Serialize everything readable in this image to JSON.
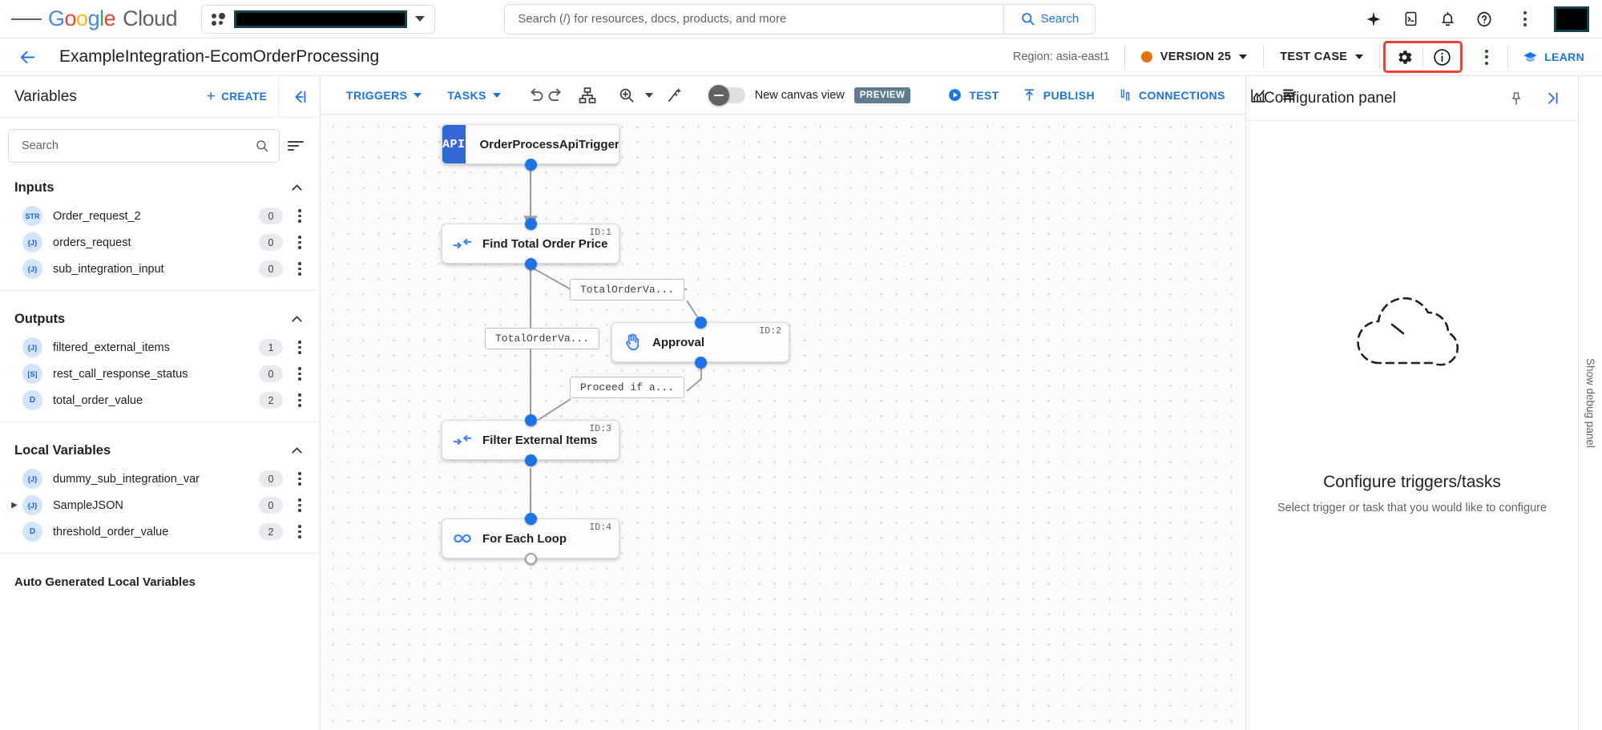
{
  "topbar": {
    "menu_icon": "hamburger-menu-icon",
    "logo": {
      "google": "Google",
      "cloud": "Cloud"
    },
    "project_selector": {
      "icon": "project-dots-icon",
      "value": "",
      "redacted": true
    },
    "search": {
      "placeholder": "Search (/) for resources, docs, products, and more",
      "value": "",
      "button_label": "Search",
      "icon": "search-icon"
    },
    "actions": [
      {
        "name": "gemini-sparkle-icon",
        "label": ""
      },
      {
        "name": "cloud-shell-icon",
        "label": ""
      },
      {
        "name": "notifications-bell-icon",
        "label": ""
      },
      {
        "name": "help-icon",
        "label": ""
      },
      {
        "name": "more-options-icon",
        "label": ""
      }
    ],
    "avatar": {
      "name": "avatar",
      "redacted": true
    }
  },
  "subbar": {
    "back_label": "back-arrow-icon",
    "title": "ExampleIntegration-EcomOrderProcessing",
    "region": "Region: asia-east1",
    "version": {
      "label": "VERSION 25",
      "dot_color": "#E8710A"
    },
    "test_case": "TEST CASE",
    "settings_icon": "gear-icon",
    "info_icon": "info-icon",
    "more_icon": "more-vert-icon",
    "learn": "LEARN",
    "highlight_color": "#ea4335"
  },
  "canvas_toolbar": {
    "triggers": "TRIGGERS",
    "tasks": "TASKS",
    "undo_icon": "undo-icon",
    "redo_icon": "redo-icon",
    "layout_icon": "auto-layout-icon",
    "zoom_icon": "zoom-in-icon",
    "magic_icon": "magic-wand-icon",
    "toggle": {
      "label": "New canvas view",
      "badge": "PREVIEW",
      "state": "off"
    },
    "test": "TEST",
    "publish": "PUBLISH",
    "connections": "CONNECTIONS",
    "analytics_icon": "analytics-chart-icon",
    "logs_icon": "logs-list-icon"
  },
  "sidebar": {
    "title": "Variables",
    "create_label": "CREATE",
    "collapse_icon": "collapse-panel-icon",
    "search": {
      "placeholder": "Search",
      "value": "",
      "icon": "search-icon"
    },
    "sort_icon": "sort-filter-icon",
    "groups": [
      {
        "title": "Inputs",
        "expanded": true,
        "items": [
          {
            "type": "STR",
            "name": "Order_request_2",
            "count": "0",
            "expandable": false
          },
          {
            "type": "{J}",
            "name": "orders_request",
            "count": "0",
            "expandable": false
          },
          {
            "type": "{J}",
            "name": "sub_integration_input",
            "count": "0",
            "expandable": false
          }
        ]
      },
      {
        "title": "Outputs",
        "expanded": true,
        "items": [
          {
            "type": "{J}",
            "name": "filtered_external_items",
            "count": "1",
            "expandable": false
          },
          {
            "type": "[S]",
            "name": "rest_call_response_status",
            "count": "0",
            "expandable": false
          },
          {
            "type": "D",
            "name": "total_order_value",
            "count": "2",
            "expandable": false
          }
        ]
      },
      {
        "title": "Local Variables",
        "expanded": true,
        "items": [
          {
            "type": "{J}",
            "name": "dummy_sub_integration_var",
            "count": "0",
            "expandable": false
          },
          {
            "type": "{J}",
            "name": "SampleJSON",
            "count": "0",
            "expandable": true
          },
          {
            "type": "D",
            "name": "threshold_order_value",
            "count": "2",
            "expandable": false
          }
        ]
      },
      {
        "title": "Auto Generated Local Variables",
        "expanded": true,
        "items": []
      }
    ]
  },
  "flow": {
    "nodes": [
      {
        "name": "trigger-node",
        "kind": "trigger",
        "badge": "API",
        "label": "OrderProcessApiTrigger",
        "id_label": "",
        "icon": "api-trigger-icon"
      },
      {
        "name": "task-node-find-total-order-price",
        "kind": "task",
        "label": "Find Total Order Price",
        "id_label": "ID:1",
        "icon": "data-mapping-icon"
      },
      {
        "name": "task-node-approval",
        "kind": "task",
        "label": "Approval",
        "id_label": "ID:2",
        "icon": "hand-approval-icon"
      },
      {
        "name": "task-node-filter-external-items",
        "kind": "task",
        "label": "Filter External Items",
        "id_label": "ID:3",
        "icon": "data-mapping-icon"
      },
      {
        "name": "task-node-for-each-loop",
        "kind": "task",
        "label": "For Each Loop",
        "id_label": "ID:4",
        "icon": "infinity-loop-icon"
      }
    ],
    "edge_labels": [
      {
        "name": "edge-label-total-order-va-right",
        "text": "TotalOrderVa..."
      },
      {
        "name": "edge-label-total-order-va-left",
        "text": "TotalOrderVa..."
      },
      {
        "name": "edge-label-proceed-if-a",
        "text": "Proceed if a..."
      }
    ]
  },
  "config_panel": {
    "title": "Configuration panel",
    "pin_icon": "pin-icon",
    "expand_icon": "expand-panel-icon",
    "empty_illustration": "dashed-cloud-icon",
    "empty_title": "Configure triggers/tasks",
    "empty_subtitle": "Select trigger or task that you would like to configure"
  },
  "debug_rail": {
    "label": "Show debug panel"
  }
}
